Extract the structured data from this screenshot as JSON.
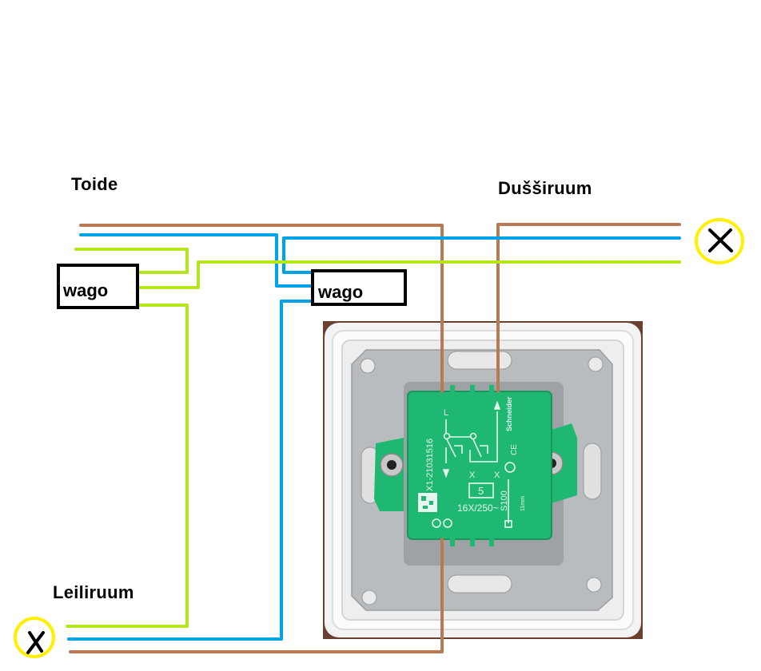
{
  "labels": {
    "supply": "Toide",
    "shower_room": "Dušširuum",
    "steam_room": "Leiliruum"
  },
  "wago_left": {
    "label": "wago"
  },
  "wago_mid": {
    "label": "wago"
  },
  "wire_colors": {
    "phase": "#b87a55",
    "neutral": "#00a3e8",
    "earth": "#b5e61d"
  },
  "lamp_color": "#ffef00",
  "switch": {
    "serial": "X1-21031516",
    "terminal_L": "L",
    "terminal_x1": "X",
    "terminal_x2": "X",
    "box_number": "5",
    "rating": "16X/250~",
    "model": "S100",
    "brand": "Schneider",
    "ce_mark": "CE",
    "strip_length": "11mm",
    "body_color": "#1fb872"
  }
}
